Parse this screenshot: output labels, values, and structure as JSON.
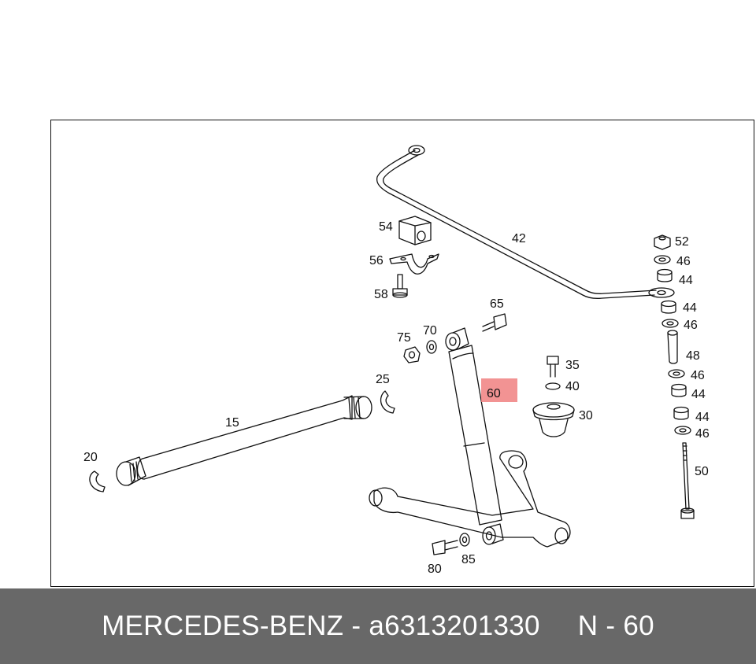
{
  "diagram": {
    "highlight_color": "#f08080",
    "highlighted_part": "60",
    "callouts": {
      "c15": "15",
      "c20": "20",
      "c25": "25",
      "c30": "30",
      "c35": "35",
      "c40": "40",
      "c42": "42",
      "c44a": "44",
      "c44b": "44",
      "c44c": "44",
      "c44d": "44",
      "c46a": "46",
      "c46b": "46",
      "c46c": "46",
      "c46d": "46",
      "c48": "48",
      "c50": "50",
      "c52": "52",
      "c54": "54",
      "c56": "56",
      "c58": "58",
      "c60": "60",
      "c65": "65",
      "c70": "70",
      "c75": "75",
      "c80": "80",
      "c85": "85"
    }
  },
  "footer": {
    "brand": "MERCEDES-BENZ",
    "separator": "-",
    "part_number": "a6313201330",
    "position_ref": "N - 60"
  }
}
